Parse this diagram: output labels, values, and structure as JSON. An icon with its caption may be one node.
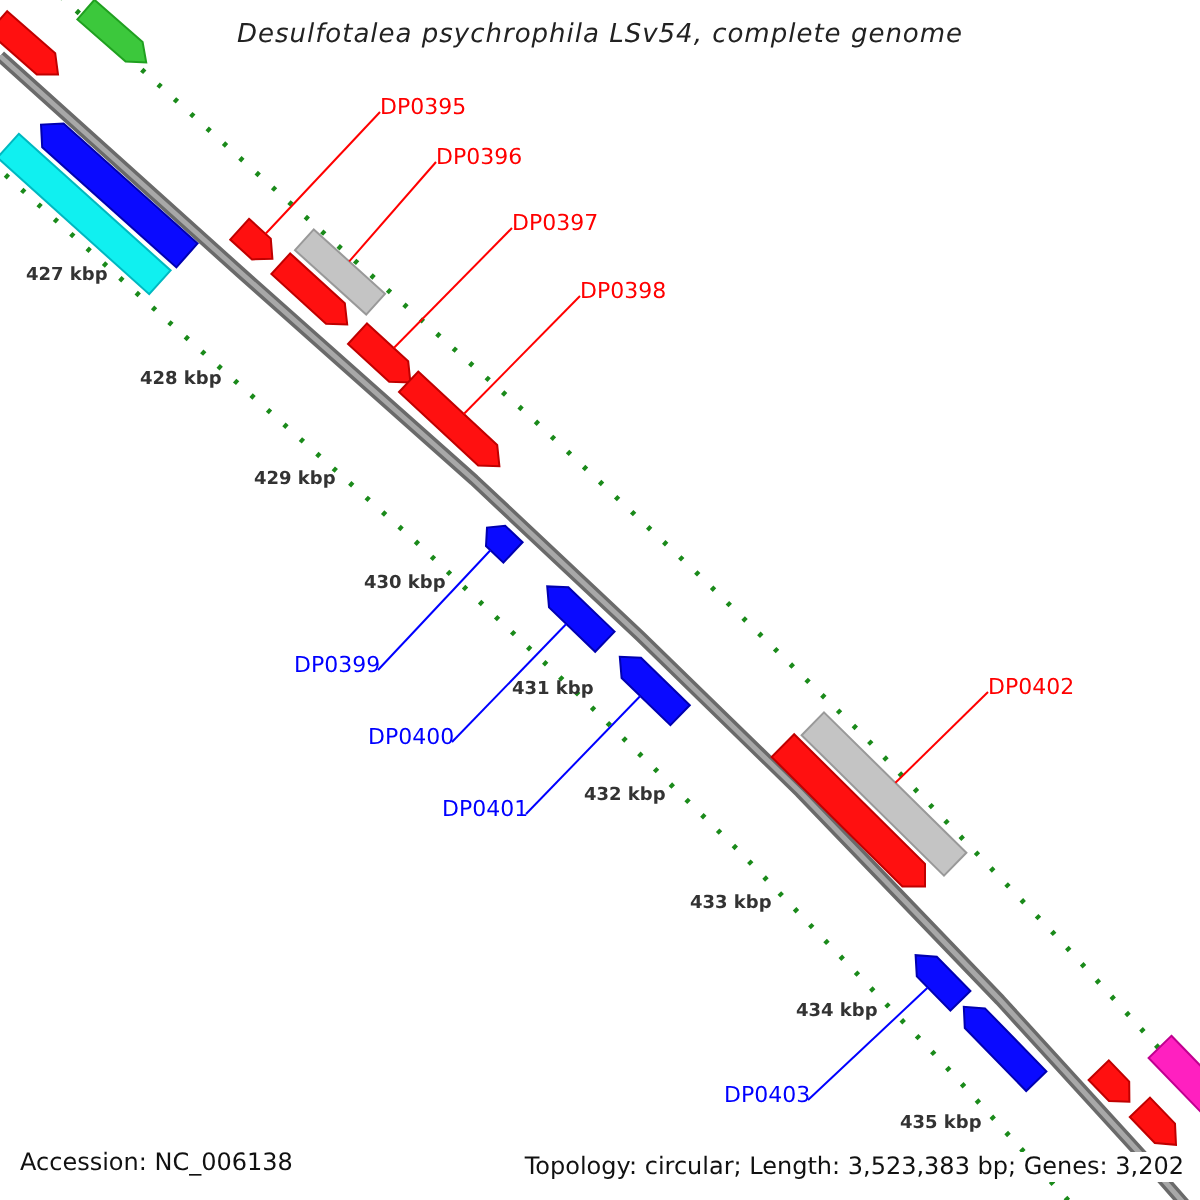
{
  "diagram": {
    "title": "Desulfotalea psychrophila LSv54, complete genome",
    "nodes": [
      {
        "text": [
          "DP0395"
        ]
      },
      {
        "text": [
          "DP0396"
        ]
      },
      {
        "text": [
          "DP0397"
        ]
      },
      {
        "text": [
          "DP0398"
        ]
      },
      {
        "text": [
          "DP0399"
        ]
      },
      {
        "text": [
          "DP0402"
        ]
      },
      {
        "text": [
          "DP0400"
        ]
      },
      {
        "text": [
          "DP0401"
        ]
      },
      {
        "text": [
          "DP0403"
        ]
      },
      {
        "text": [],
        "shape": "bar"
      },
      {
        "text": [],
        "shape": "bar"
      },
      {
        "text": [],
        "shape": "bar"
      },
      {
        "text": [],
        "shape": "bar"
      },
      {
        "text": [],
        "shape": "bar"
      },
      {
        "text": [],
        "shape": "bar"
      },
      {
        "text": [],
        "shape": "bar"
      },
      {
        "text": [],
        "shape": "bar"
      },
      {
        "text": [],
        "shape": "bar"
      },
      {
        "text": [],
        "shape": "bar"
      },
      {
        "text": [],
        "shape": "bar"
      },
      {
        "text": [],
        "shape": "bar"
      },
      {
        "text": [],
        "shape": "bar"
      },
      {
        "text": [],
        "shape": "bar"
      },
      {
        "text": [],
        "shape": "bar"
      },
      {
        "text": [],
        "shape": "bar"
      },
      {
        "text": [],
        "shape": "bar"
      },
      {
        "text": [],
        "shape": "bar"
      },
      {
        "text": [],
        "shape": "bar"
      }
    ],
    "edges": [
      {
        "from": 0,
        "to": 13,
        "arrow": "none"
      },
      {
        "from": 1,
        "to": 14,
        "arrow": "none"
      },
      {
        "from": 2,
        "to": 16,
        "arrow": "none"
      },
      {
        "from": 3,
        "to": 17,
        "arrow": "none"
      },
      {
        "from": 4,
        "to": 18,
        "arrow": "none",
        "color": "#0000ff"
      },
      {
        "from": 5,
        "to": 21,
        "arrow": "none"
      },
      {
        "from": 6,
        "to": 19,
        "arrow": "none",
        "color": "#0000ff"
      },
      {
        "from": 7,
        "to": 20,
        "arrow": "none",
        "color": "#0000ff"
      },
      {
        "from": 8,
        "to": 23,
        "arrow": "none",
        "color": "#0000ff"
      }
    ],
    "labels": [
      "427 kbp",
      "428 kbp",
      "429 kbp",
      "430 kbp",
      "431 kbp",
      "432 kbp",
      "433 kbp",
      "434 kbp",
      "435 kbp",
      "Accession: NC_006138",
      "Topology: circular; Length: 3,523,383 bp; Genes: 3,202"
    ]
  }
}
